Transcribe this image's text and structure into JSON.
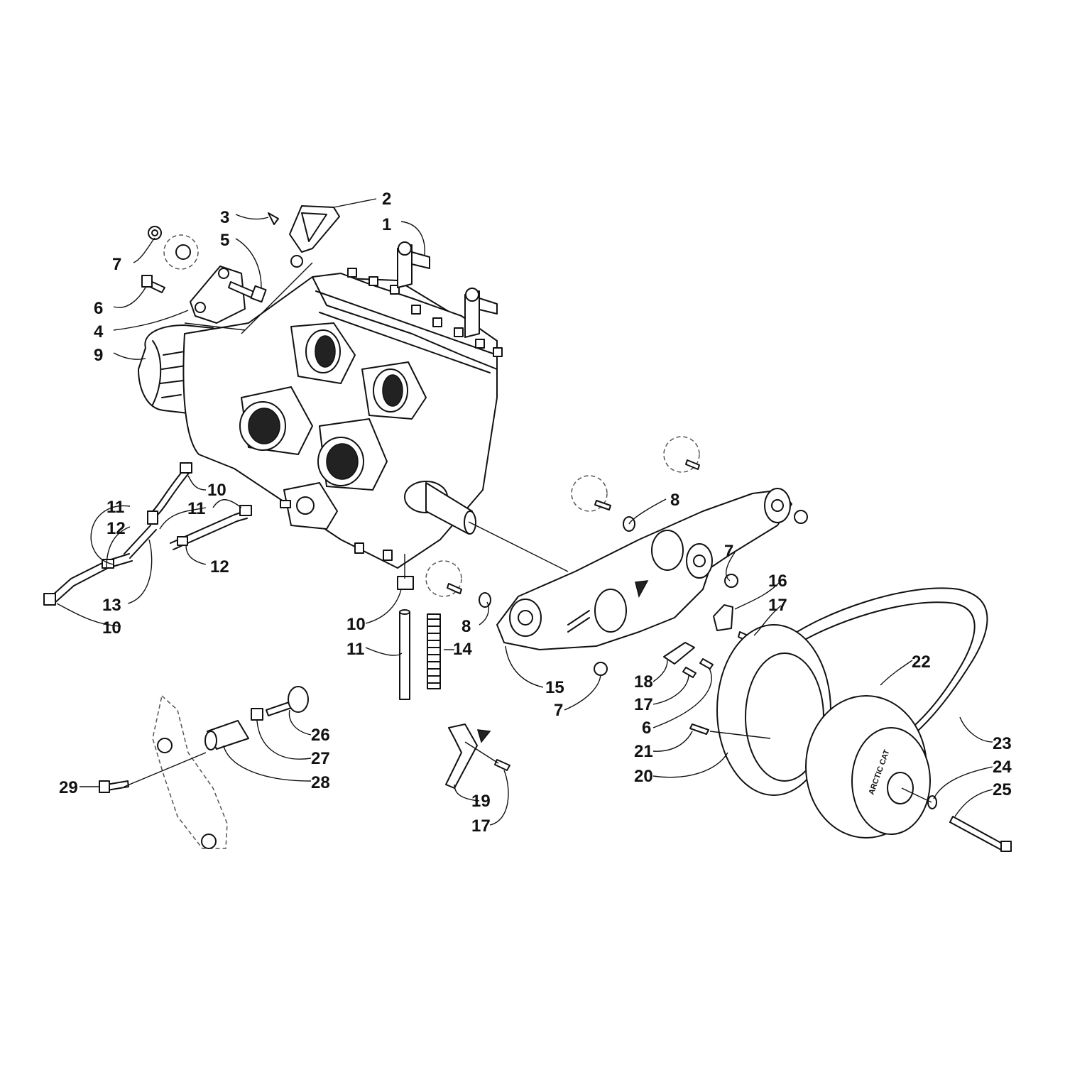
{
  "colors": {
    "line": "#111111",
    "background": "#ffffff",
    "phantom": "#555555"
  },
  "clutch_stamp": "ARCTIC CAT",
  "callouts": [
    {
      "id": "c1",
      "label": "1"
    },
    {
      "id": "c2",
      "label": "2"
    },
    {
      "id": "c3",
      "label": "3"
    },
    {
      "id": "c4",
      "label": "4"
    },
    {
      "id": "c5",
      "label": "5"
    },
    {
      "id": "c6a",
      "label": "6"
    },
    {
      "id": "c7a",
      "label": "7"
    },
    {
      "id": "c9",
      "label": "9"
    },
    {
      "id": "c10a",
      "label": "10"
    },
    {
      "id": "c11a",
      "label": "11"
    },
    {
      "id": "c11b",
      "label": "11"
    },
    {
      "id": "c12a",
      "label": "12"
    },
    {
      "id": "c12b",
      "label": "12"
    },
    {
      "id": "c13",
      "label": "13"
    },
    {
      "id": "c10b",
      "label": "10"
    },
    {
      "id": "c10c",
      "label": "10"
    },
    {
      "id": "c11c",
      "label": "11"
    },
    {
      "id": "c14",
      "label": "14"
    },
    {
      "id": "c8a",
      "label": "8"
    },
    {
      "id": "c8b",
      "label": "8"
    },
    {
      "id": "c7b",
      "label": "7"
    },
    {
      "id": "c16",
      "label": "16"
    },
    {
      "id": "c17a",
      "label": "17"
    },
    {
      "id": "c15",
      "label": "15"
    },
    {
      "id": "c7c",
      "label": "7"
    },
    {
      "id": "c18",
      "label": "18"
    },
    {
      "id": "c17b",
      "label": "17"
    },
    {
      "id": "c6b",
      "label": "6"
    },
    {
      "id": "c21",
      "label": "21"
    },
    {
      "id": "c20",
      "label": "20"
    },
    {
      "id": "c22",
      "label": "22"
    },
    {
      "id": "c23",
      "label": "23"
    },
    {
      "id": "c24",
      "label": "24"
    },
    {
      "id": "c25",
      "label": "25"
    },
    {
      "id": "c26",
      "label": "26"
    },
    {
      "id": "c27",
      "label": "27"
    },
    {
      "id": "c28",
      "label": "28"
    },
    {
      "id": "c29",
      "label": "29"
    },
    {
      "id": "c19",
      "label": "19"
    },
    {
      "id": "c17c",
      "label": "17"
    }
  ]
}
